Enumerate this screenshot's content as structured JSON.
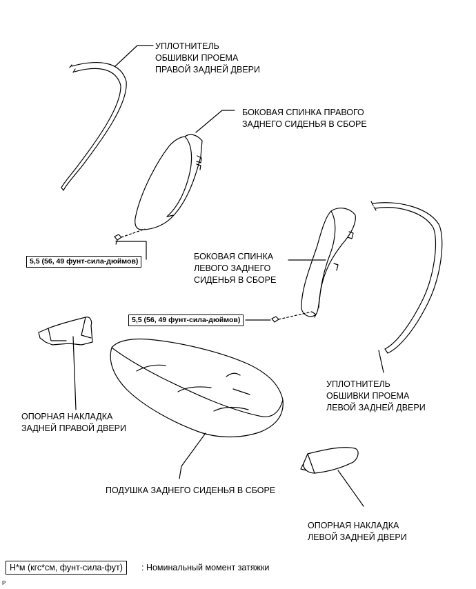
{
  "labels": {
    "right_seal": [
      "УПЛОТНИТЕЛЬ",
      "ОБШИВКИ ПРОЕМА",
      "ПРАВОЙ ЗАДНЕЙ ДВЕРИ"
    ],
    "right_side_back": [
      "БОКОВАЯ СПИНКА ПРАВОГО",
      "ЗАДНЕГО СИДЕНЬЯ В СБОРЕ"
    ],
    "left_side_back": [
      "БОКОВАЯ СПИНКА",
      "ЛЕВОГО ЗАДНЕГО",
      "СИДЕНЬЯ В СБОРЕ"
    ],
    "left_seal": [
      "УПЛОТНИТЕЛЬ",
      "ОБШИВКИ ПРОЕМА",
      "ЛЕВОЙ ЗАДНЕЙ ДВЕРИ"
    ],
    "right_support": [
      "ОПОРНАЯ НАКЛАДКА",
      "ЗАДНЕЙ ПРАВОЙ ДВЕРИ"
    ],
    "cushion": [
      "ПОДУШКА ЗАДНЕГО СИДЕНЬЯ В СБОРЕ"
    ],
    "left_support": [
      "ОПОРНАЯ НАКЛАДКА",
      "ЛЕВОЙ ЗАДНЕЙ ДВЕРИ"
    ]
  },
  "torque": {
    "right": "5,5 (56, 49 фунт-сила-дюймов)",
    "left": "5,5 (56, 49 фунт-сила-дюймов)"
  },
  "legend": {
    "unit": "Н*м (кгс*см, фунт-сила-фут)",
    "text": ": Номинальный момент затяжки"
  },
  "corner_mark": "P"
}
